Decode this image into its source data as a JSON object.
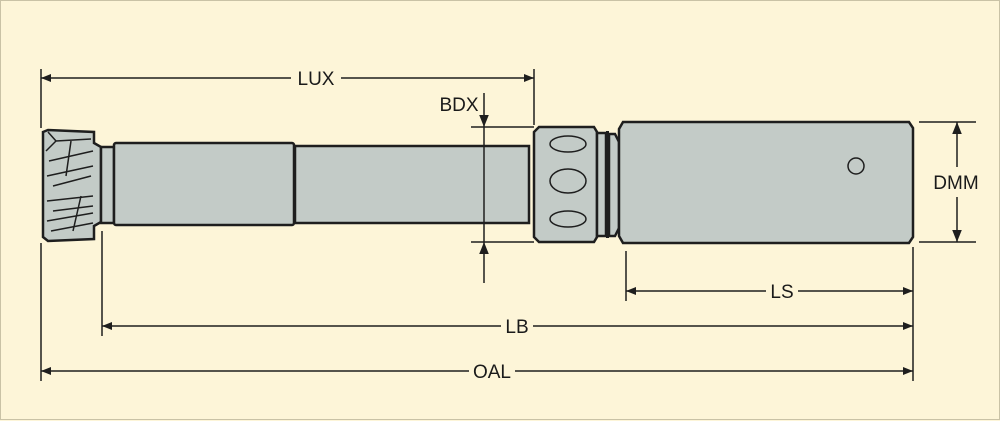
{
  "diagram": {
    "labels": {
      "lux": "LUX",
      "bdx": "BDX",
      "dmm": "DMM",
      "ls": "LS",
      "lb": "LB",
      "oal": "OAL"
    },
    "colors": {
      "background": "#fdf5d8",
      "part_fill": "#c3cbc7",
      "line": "#1e1e1e"
    }
  }
}
